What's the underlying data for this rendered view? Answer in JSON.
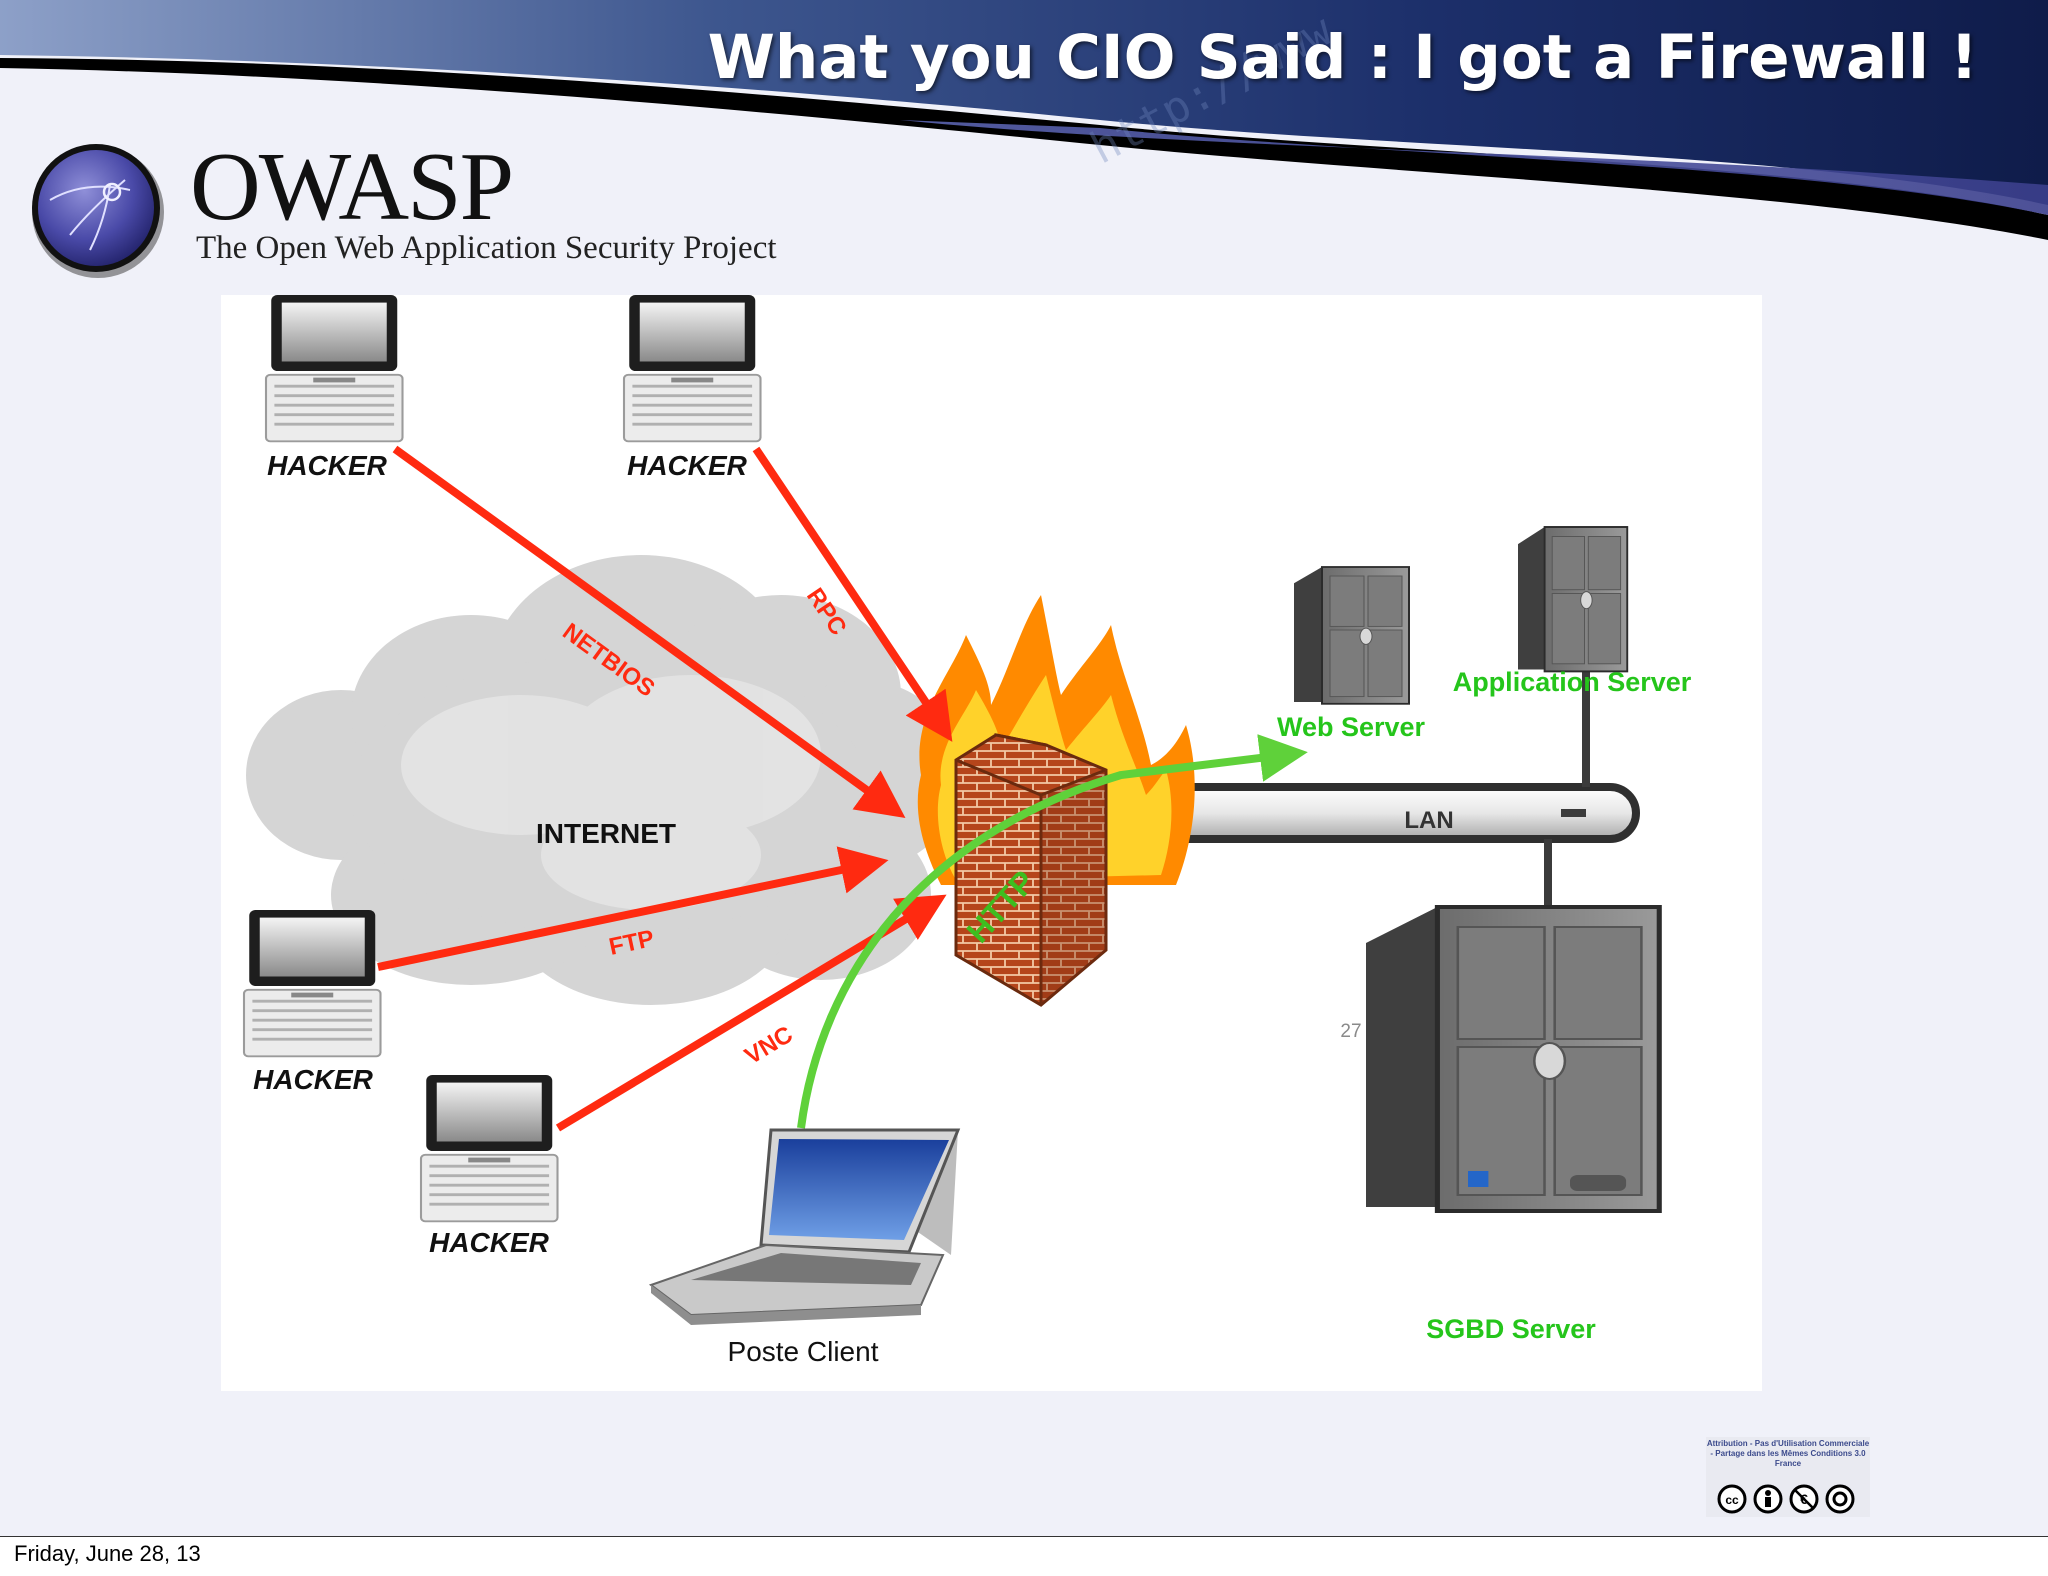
{
  "slide": {
    "title": "What you CIO Said : I got a Firewall !",
    "page_number": "27"
  },
  "brand": {
    "name": "OWASP",
    "tagline": "The Open Web Application Security Project",
    "banner_url_text": "http://www"
  },
  "diagram": {
    "hackers": [
      "HACKER",
      "HACKER",
      "HACKER",
      "HACKER"
    ],
    "cloud_label": "INTERNET",
    "attack_protocols": [
      "NETBIOS",
      "RPC",
      "FTP",
      "VNC"
    ],
    "allowed_protocol": "HTTP",
    "lan_label": "LAN",
    "client_label": "Poste Client",
    "servers": {
      "web": "Web Server",
      "application": "Application Server",
      "database": "SGBD Server"
    },
    "colors": {
      "attack": "#ff2a10",
      "allowed": "#5fd13a",
      "server_label": "#25c51b"
    }
  },
  "license": {
    "text": "Attribution - Pas d'Utilisation Commerciale - Partage dans les Mêmes Conditions 3.0 France",
    "icons": [
      "cc-icon",
      "by-icon",
      "nc-icon",
      "sa-icon"
    ]
  },
  "footer": {
    "date": "Friday, June 28, 13"
  }
}
